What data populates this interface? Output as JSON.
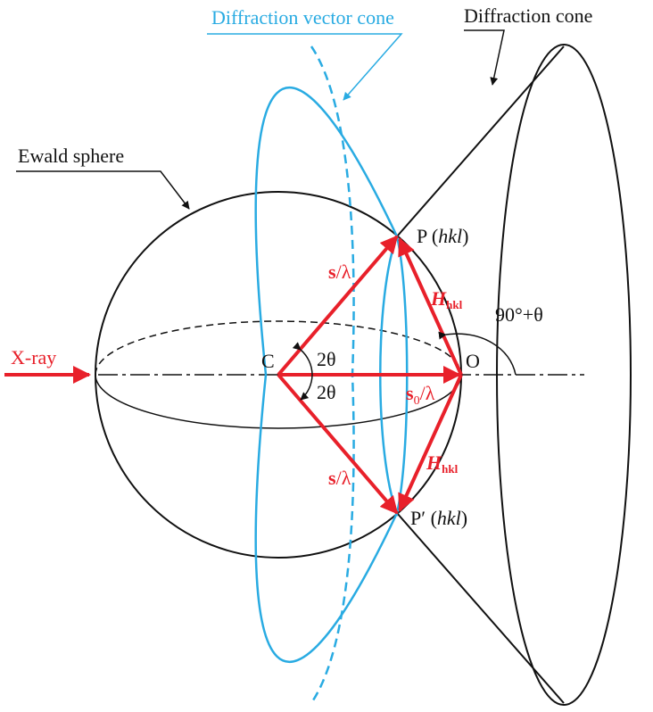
{
  "labels": {
    "vector_cone": "Diffraction vector cone",
    "diffraction_cone": "Diffraction cone",
    "ewald_sphere": "Ewald sphere",
    "xray": "X-ray",
    "center": "C",
    "origin": "O",
    "two_theta": "2θ",
    "p_point": "P",
    "p_prime_point": "P′",
    "hkl": "hkl",
    "angle_90": "90°+θ",
    "s": "s",
    "s0": "s",
    "subscript_zero": "0",
    "lambda": "λ",
    "slash": "/",
    "h": "H",
    "hkl_sub": "hkl"
  },
  "colors": {
    "red": "#e8202a",
    "blue": "#29abe2",
    "black": "#111111"
  }
}
